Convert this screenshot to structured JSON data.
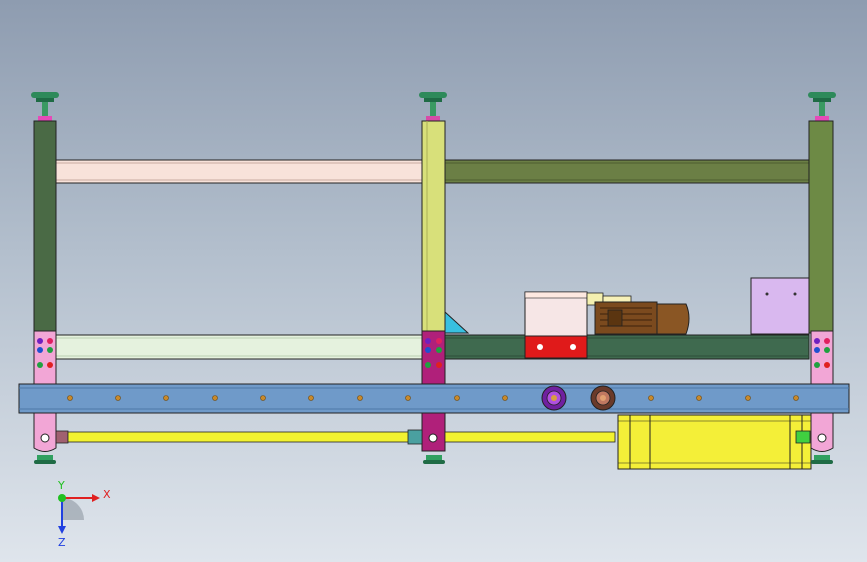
{
  "viewport": {
    "background_top": "#8e9cb0",
    "background_bottom": "#dfe5ec"
  },
  "model": {
    "colors": {
      "frame_post": "#4a6a45",
      "center_post": "#d8e07a",
      "upper_beam_left": "#f8e2da",
      "upper_beam_right": "#6b7f45",
      "lower_beam_left": "#e5f2de",
      "lower_beam_right": "#3f6a4f",
      "rail": "#6f9ac9",
      "shaft": "#f2f230",
      "cylinder": "#f4ef38",
      "motor_body": "#7b4a1e",
      "gearbox": "#f6e6e6",
      "red_block": "#e01a1a",
      "bracket_plate": "#d9b8ef",
      "foot_pad": "#2e8a5a",
      "end_plate": "#f2a6d6",
      "center_plate": "#b0207a",
      "gusset": "#38c0e0"
    }
  },
  "triad": {
    "x_label": "X",
    "y_label": "Y",
    "z_label": "Z",
    "x_color": "#e02020",
    "y_color": "#20c020",
    "z_color": "#2040e0"
  }
}
